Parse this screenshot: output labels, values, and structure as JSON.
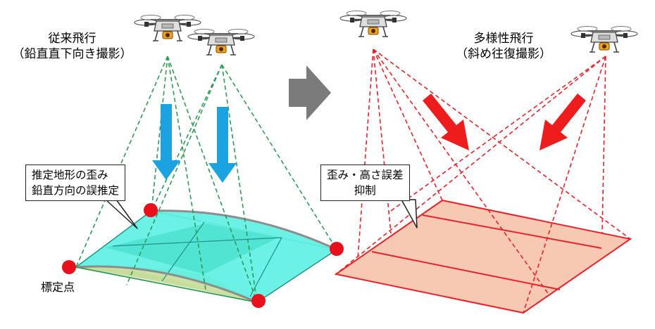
{
  "left_panel": {
    "title_line1": "従来飛行",
    "title_line2": "（鉛直直下向き撮影）",
    "callout_line1": "推定地形の歪み",
    "callout_line2": "鉛直方向の誤推定",
    "point_label": "標定点"
  },
  "right_panel": {
    "title_line1": "多様性飛行",
    "title_line2": "（斜め往復撮影）",
    "callout_line1": "歪み・高さ誤差",
    "callout_line2": "抑制"
  },
  "colors": {
    "green_dash": "#2e9a55",
    "red_dash": "#e8212a",
    "blue_arrow": "#1aa3e0",
    "red_arrow": "#ee1c1c",
    "cyan_surface": "#5ef0e3",
    "tan_surface": "#b9d98e",
    "salmon_surface": "#f8c9b2",
    "red_marker": "#e8101a",
    "gray_arrow": "#7b7b7b"
  }
}
